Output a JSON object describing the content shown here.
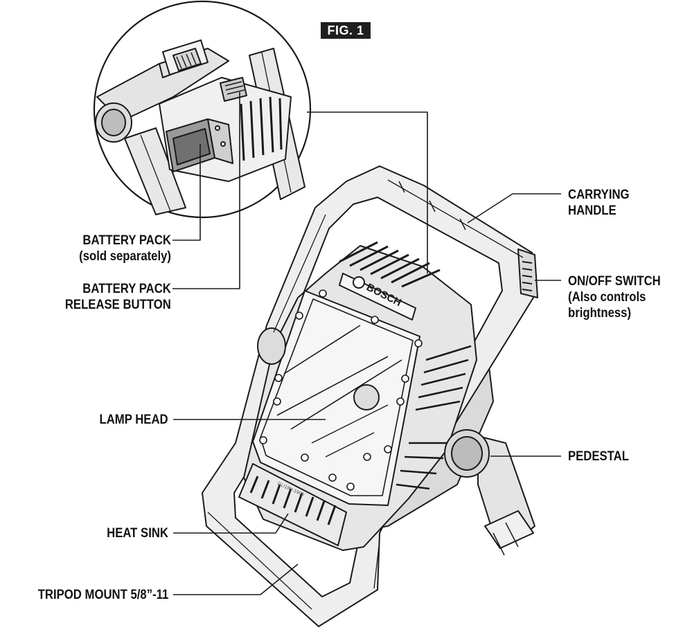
{
  "figure": {
    "label": "FIG. 1"
  },
  "product": {
    "brand": "BOSCH",
    "model": "GLI18V-1900"
  },
  "callouts": {
    "carrying_handle": [
      "CARRYING",
      "HANDLE"
    ],
    "on_off_switch": [
      "ON/OFF SWITCH",
      "(Also controls",
      "brightness)"
    ],
    "pedestal": [
      "PEDESTAL"
    ],
    "battery_pack": [
      "BATTERY PACK",
      "(sold separately)"
    ],
    "battery_release": [
      "BATTERY PACK",
      "RELEASE BUTTON"
    ],
    "lamp_head": [
      "LAMP HEAD"
    ],
    "heat_sink": [
      "HEAT SINK"
    ],
    "tripod_mount": [
      "TRIPOD MOUNT 5/8”-11"
    ]
  },
  "colors": {
    "line": "#1a1a1a",
    "fill_light": "#f4f4f4",
    "fill_mid": "#e2e2e2",
    "fill_dark": "#cfcfcf",
    "badge": "#1f1f1f"
  }
}
